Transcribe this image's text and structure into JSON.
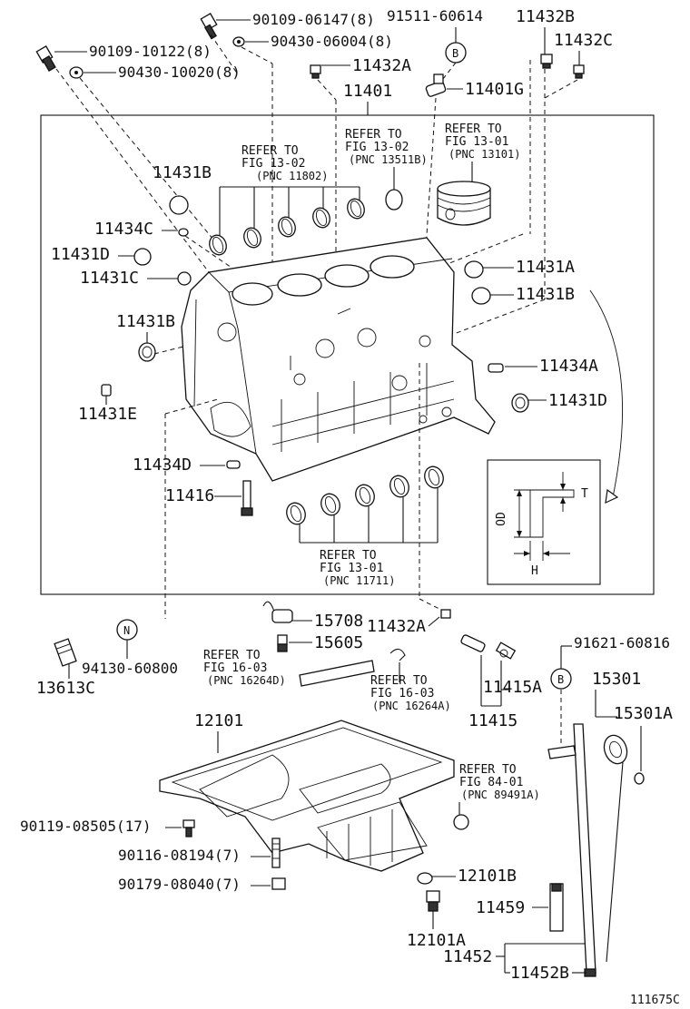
{
  "labels": {
    "p90109_06147": "90109-06147(8)",
    "p90430_06004": "90430-06004(8)",
    "p90109_10122": "90109-10122(8)",
    "p90430_10020": "90430-10020(8)",
    "p91511_60614": "91511-60614",
    "p11432B": "11432B",
    "p11432C": "11432C",
    "p11432A_top": "11432A",
    "p11401": "11401",
    "p11401G": "11401G",
    "p11431B_left": "11431B",
    "p11434C": "11434C",
    "p11431D_left": "11431D",
    "p11431C": "11431C",
    "p11431A": "11431A",
    "p11431B_right": "11431B",
    "p11431B_mid": "11431B",
    "p11434A": "11434A",
    "p11431D_right": "11431D",
    "p11431E": "11431E",
    "p11434D": "11434D",
    "p11416": "11416",
    "p15708": "15708",
    "p11432A_bottom": "11432A",
    "p15605": "15605",
    "p91621_60816": "91621-60816",
    "p94130_60800": "94130-60800",
    "p13613C": "13613C",
    "p11415A": "11415A",
    "p11415": "11415",
    "p15301": "15301",
    "p15301A": "15301A",
    "p12101": "12101",
    "p90119_08505": "90119-08505(17)",
    "p90116_08194": "90116-08194(7)",
    "p90179_08040": "90179-08040(7)",
    "p12101B": "12101B",
    "p11459": "11459",
    "p12101A": "12101A",
    "p11452": "11452",
    "p11452B": "11452B",
    "diagram_id": "111675C"
  },
  "markers": {
    "b_top": "B",
    "b_right": "B",
    "n_left": "N"
  },
  "refs": {
    "r1302_a": [
      "REFER TO",
      "FIG 13-02",
      "(PNC 11802)"
    ],
    "r1302_b": [
      "REFER TO",
      "FIG 13-02",
      "(PNC 13511B)"
    ],
    "r1301_a": [
      "REFER TO",
      "FIG 13-01",
      "(PNC 13101)"
    ],
    "r1301_b": [
      "REFER TO",
      "FIG 13-01",
      "(PNC 11711)"
    ],
    "r1603_a": [
      "REFER TO",
      "FIG 16-03",
      "(PNC 16264D)"
    ],
    "r1603_b": [
      "REFER TO",
      "FIG 16-03",
      "(PNC 16264A)"
    ],
    "r8401": [
      "REFER TO",
      "FIG 84-01",
      "(PNC 89491A)"
    ]
  },
  "inset": {
    "od": "OD",
    "t": "T",
    "h": "H"
  }
}
